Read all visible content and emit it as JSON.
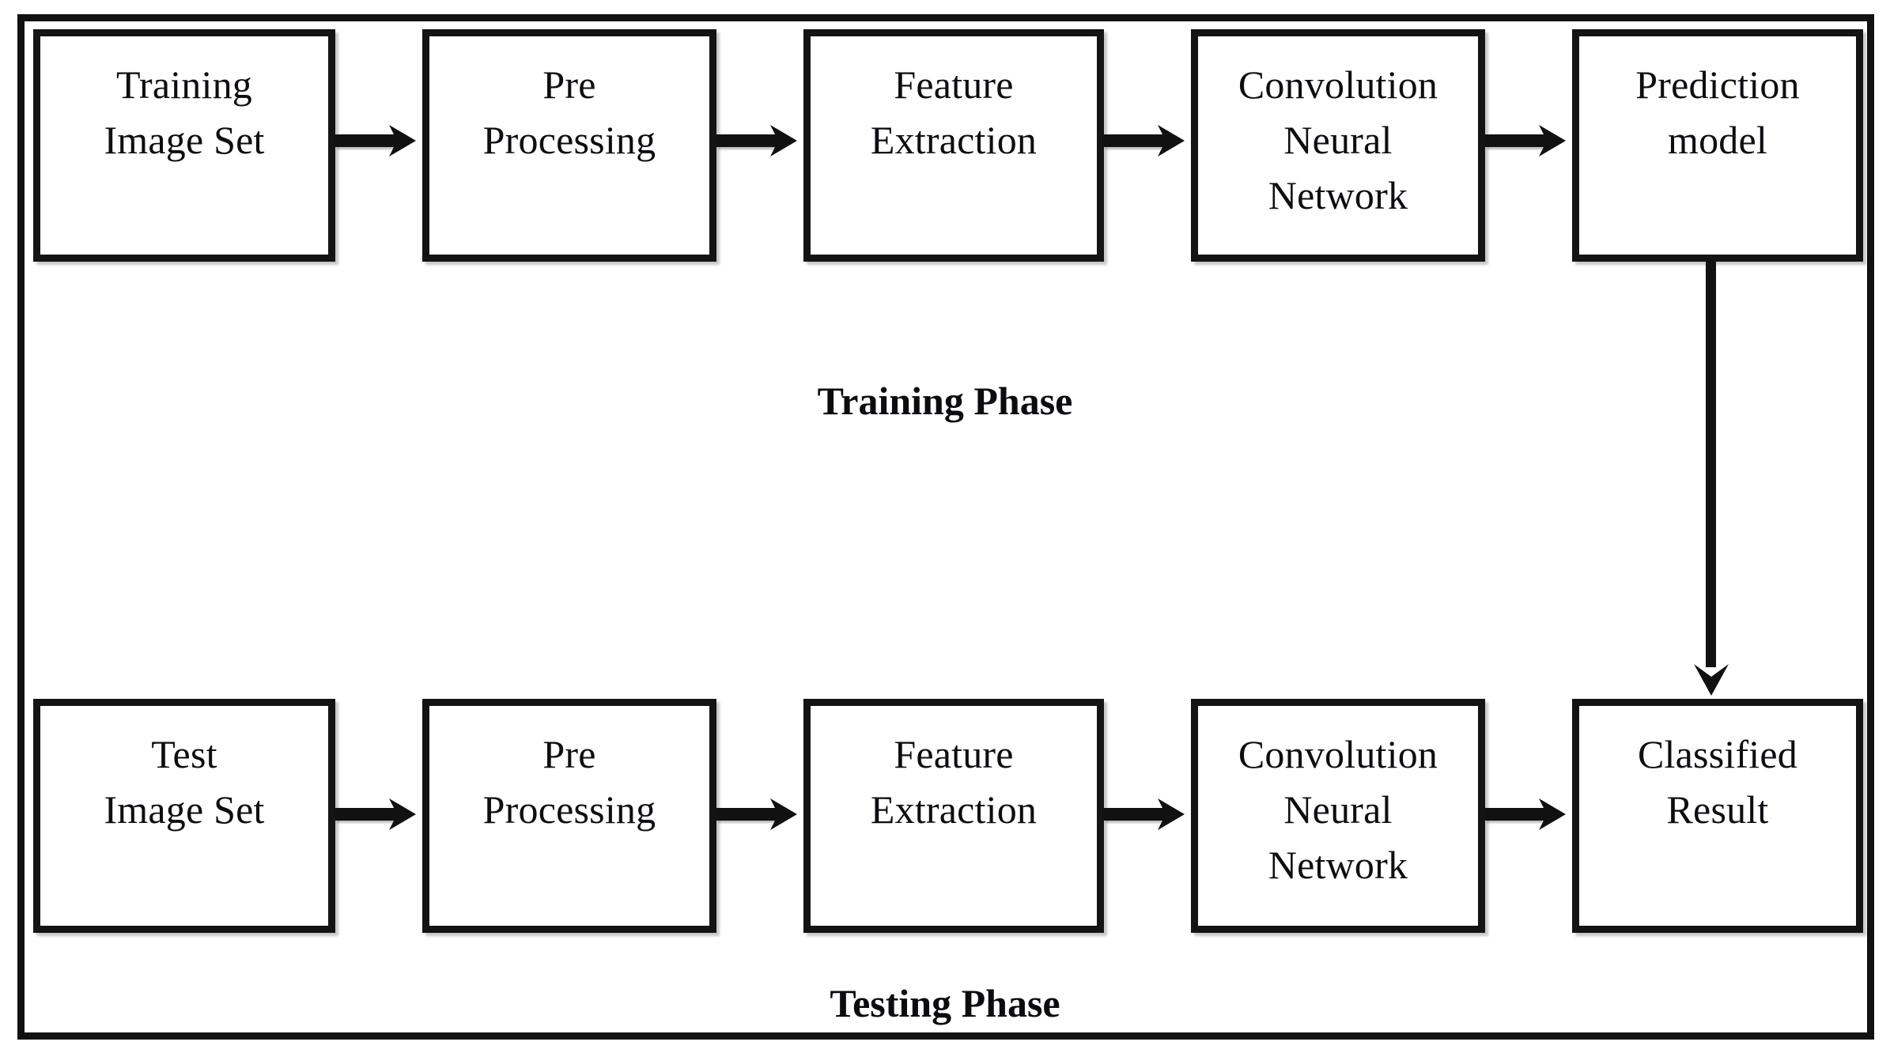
{
  "diagram": {
    "title_visible": false,
    "frame": {
      "name": "outer-border"
    },
    "colors": {
      "stroke": "#111111",
      "text": "#0d0d12",
      "background": "#ffffff"
    },
    "training_phase": {
      "label": "Training Phase",
      "steps": [
        {
          "id": "training-image-set",
          "lines": [
            "Training",
            "Image Set"
          ]
        },
        {
          "id": "pre-processing",
          "lines": [
            "Pre",
            "Processing"
          ]
        },
        {
          "id": "feature-extraction",
          "lines": [
            "Feature",
            "Extraction"
          ]
        },
        {
          "id": "convolution-neural-network",
          "lines": [
            "Convolution",
            "Neural",
            "Network"
          ]
        },
        {
          "id": "prediction-model",
          "lines": [
            "Prediction",
            "model"
          ]
        }
      ],
      "arrow_labels": [
        "",
        "",
        "",
        ""
      ]
    },
    "testing_phase": {
      "label": "Testing Phase",
      "steps": [
        {
          "id": "test-image-set",
          "lines": [
            "Test",
            "Image Set"
          ]
        },
        {
          "id": "pre-processing",
          "lines": [
            "Pre",
            "Processing"
          ]
        },
        {
          "id": "feature-extraction",
          "lines": [
            "Feature",
            "Extraction"
          ]
        },
        {
          "id": "convolution-neural-network",
          "lines": [
            "Convolution",
            "Neural",
            "Network"
          ]
        },
        {
          "id": "classified-result",
          "lines": [
            "Classified",
            "Result"
          ]
        }
      ],
      "arrow_labels": [
        "",
        "",
        "",
        ""
      ]
    },
    "cross_phase_connector": {
      "from": "prediction-model",
      "to": "classified-result",
      "direction": "down"
    }
  }
}
